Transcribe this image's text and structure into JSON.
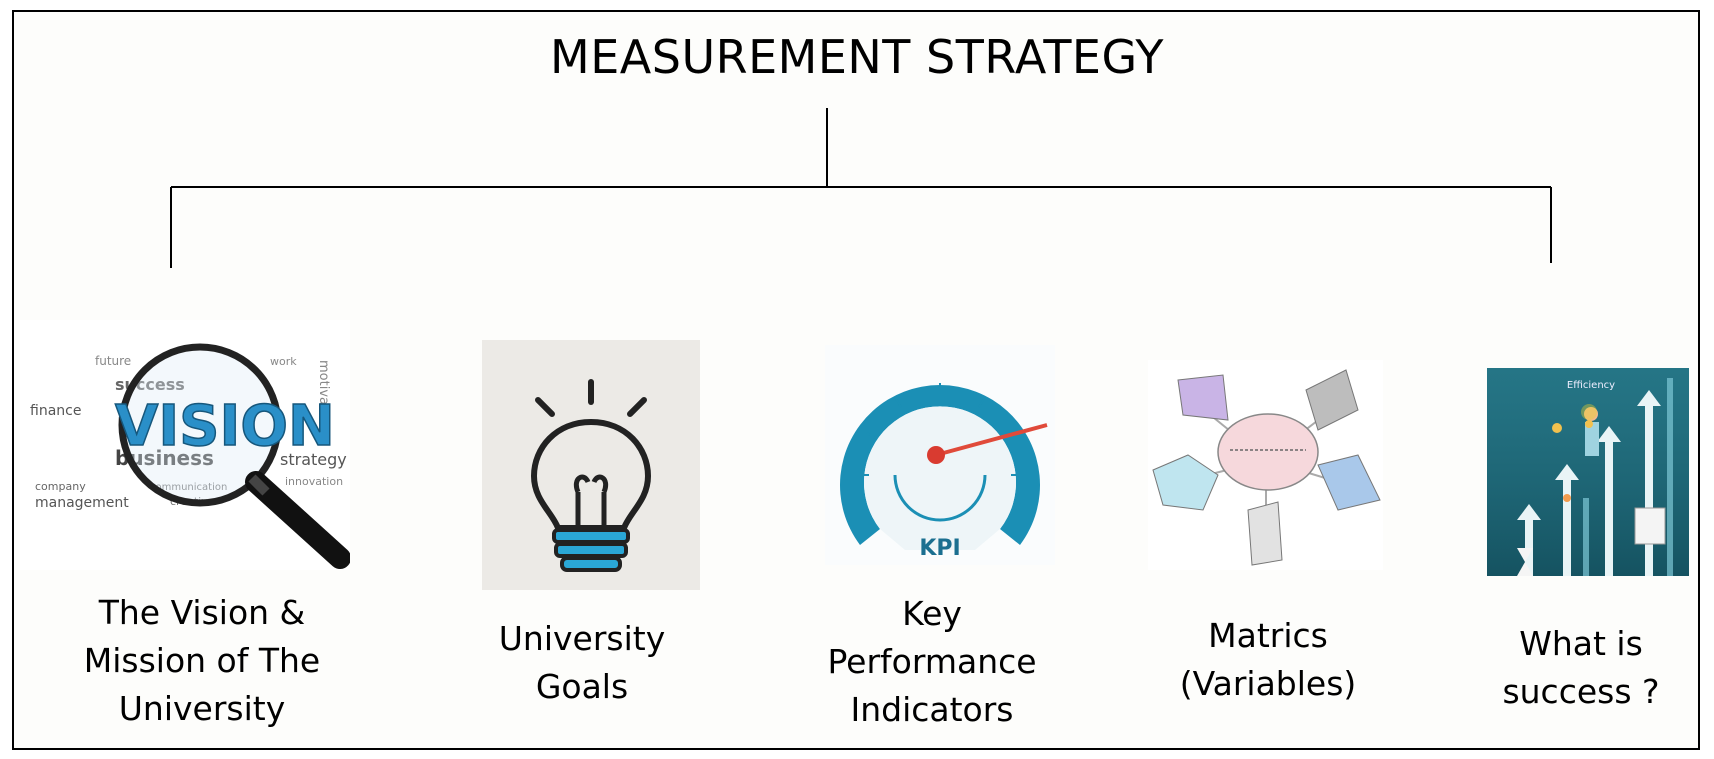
{
  "diagram": {
    "title": "MEASUREMENT STRATEGY",
    "nodes": [
      {
        "label": "The Vision &\nMission of The\nUniversity",
        "icon": "vision-magnifier-icon"
      },
      {
        "label": "University\nGoals",
        "icon": "lightbulb-icon"
      },
      {
        "label": "Key\nPerformance\nIndicators",
        "icon": "kpi-gauge-icon"
      },
      {
        "label": "Matrics\n(Variables)",
        "icon": "strategy-map-icon"
      },
      {
        "label": "What is\nsuccess ?",
        "icon": "growth-arrows-icon"
      }
    ],
    "images": {
      "vision_word": "VISION",
      "kpi_text": "KPI",
      "success_text": "Efficiency"
    },
    "colors": {
      "line": "#000000",
      "bulb": "#2aa7d6",
      "gauge": "#1b8fb5",
      "teal": "#1e6a7a"
    }
  }
}
